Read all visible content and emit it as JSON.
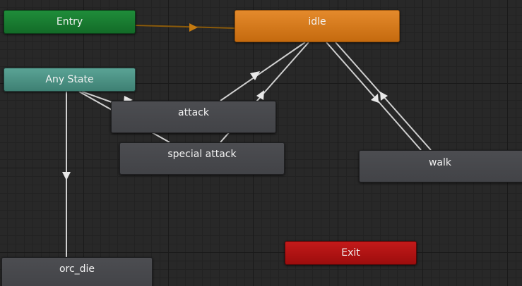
{
  "graph": {
    "states": {
      "entry": "Entry",
      "any_state": "Any State",
      "idle": "idle",
      "attack": "attack",
      "special_attack": "special attack",
      "walk": "walk",
      "orc_die": "orc_die",
      "exit": "Exit"
    },
    "colors": {
      "background": "#282828",
      "entry": "#1a7d33",
      "any_state": "#4e9386",
      "default_state": "#e07d1b",
      "state": "#47484c",
      "exit": "#b31414",
      "transition": "#d0d0d0",
      "entry_transition": "#8a5a0a"
    }
  }
}
